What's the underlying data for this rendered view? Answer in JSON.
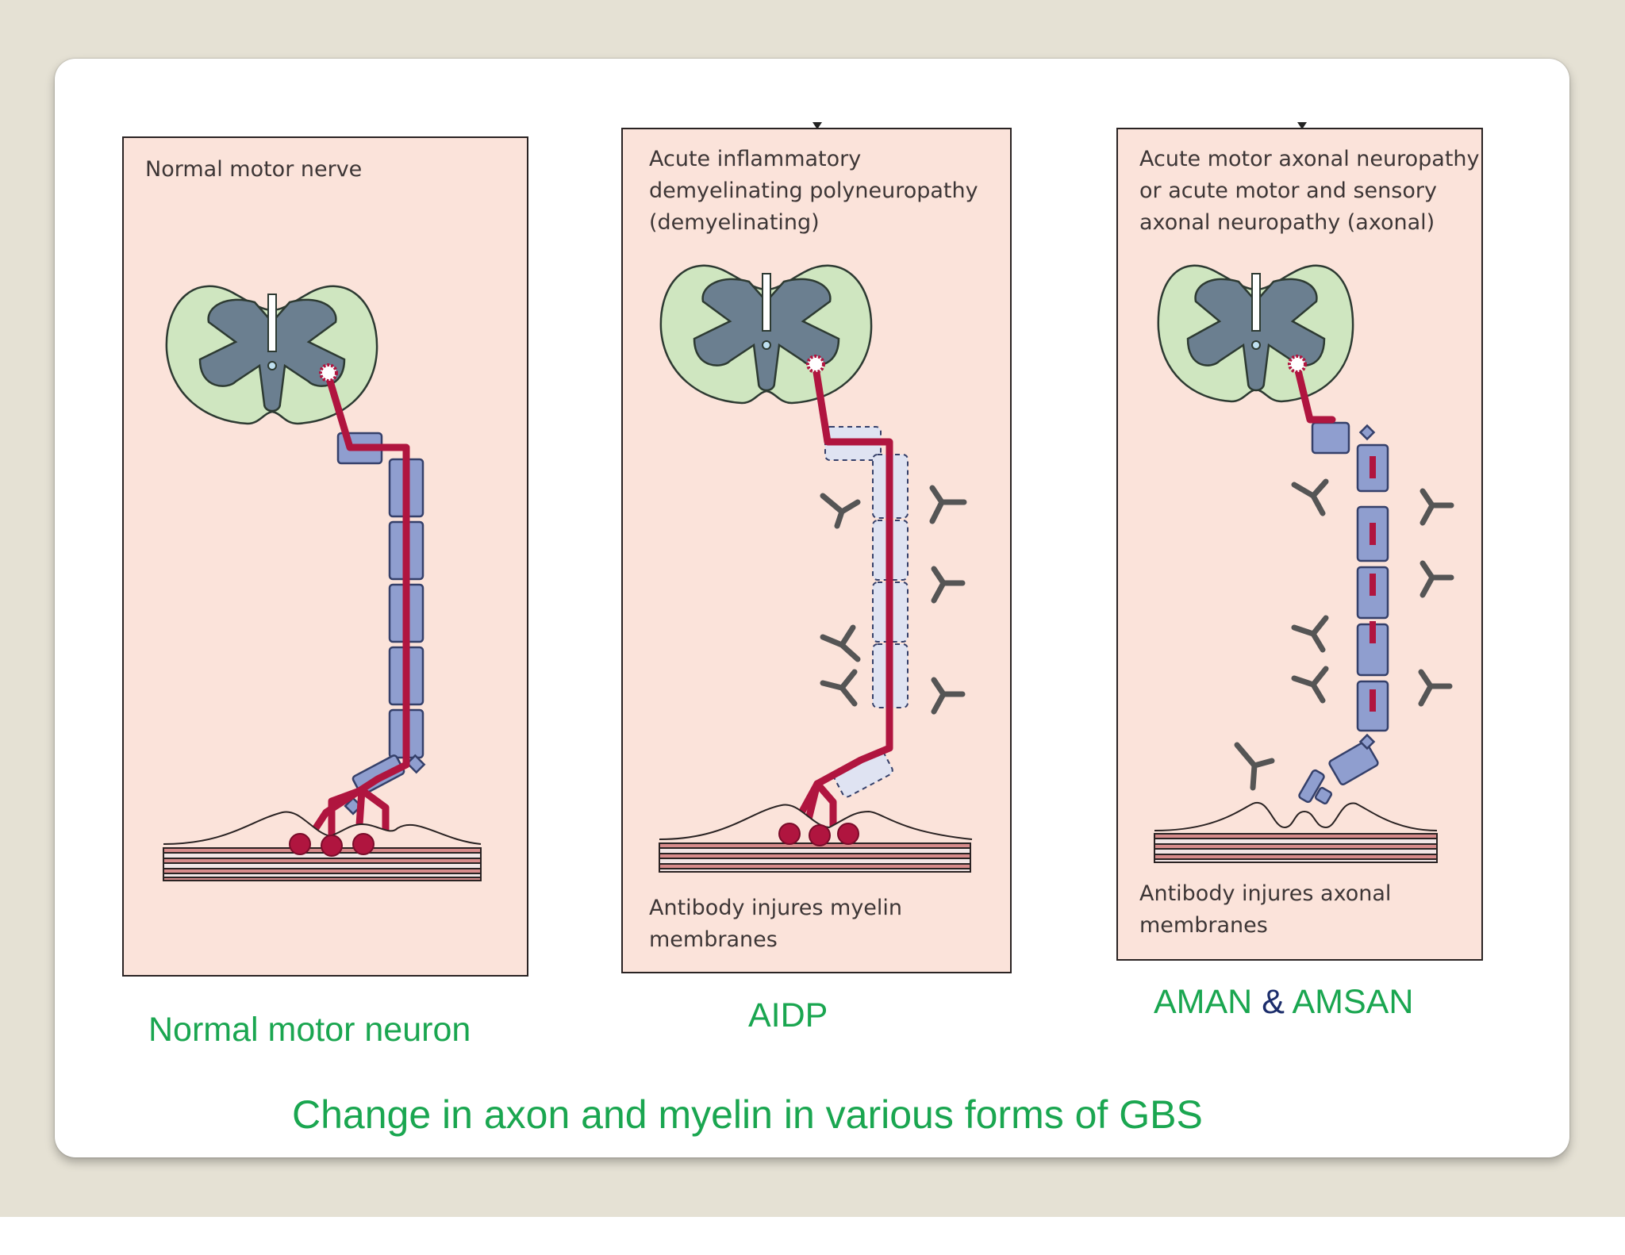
{
  "panels": [
    {
      "caption": "Normal motor nerve",
      "footnote": ""
    },
    {
      "caption": "Acute inflammatory\ndemyelinating polyneuropathy\n(demyelinating)",
      "footnote": "Antibody injures myelin\nmembranes"
    },
    {
      "caption": "Acute motor axonal neuropathy\nor acute motor and sensory\naxonal neuropathy (axonal)",
      "footnote": "Antibody injures axonal\nmembranes"
    }
  ],
  "labels": {
    "normal": "Normal motor neuron",
    "aidp": "AIDP",
    "aman": "AMAN",
    "amp": "&",
    "amsan": "AMSAN"
  },
  "title": "Change in axon and myelin in various forms of GBS",
  "colors": {
    "panel_bg": "#fbe3da",
    "axon": "#b0153f",
    "myelin": "#8f9ecf",
    "spinal_white": "#cfe6c0",
    "label_green": "#1aa650",
    "amp_navy": "#1b2d6b"
  }
}
